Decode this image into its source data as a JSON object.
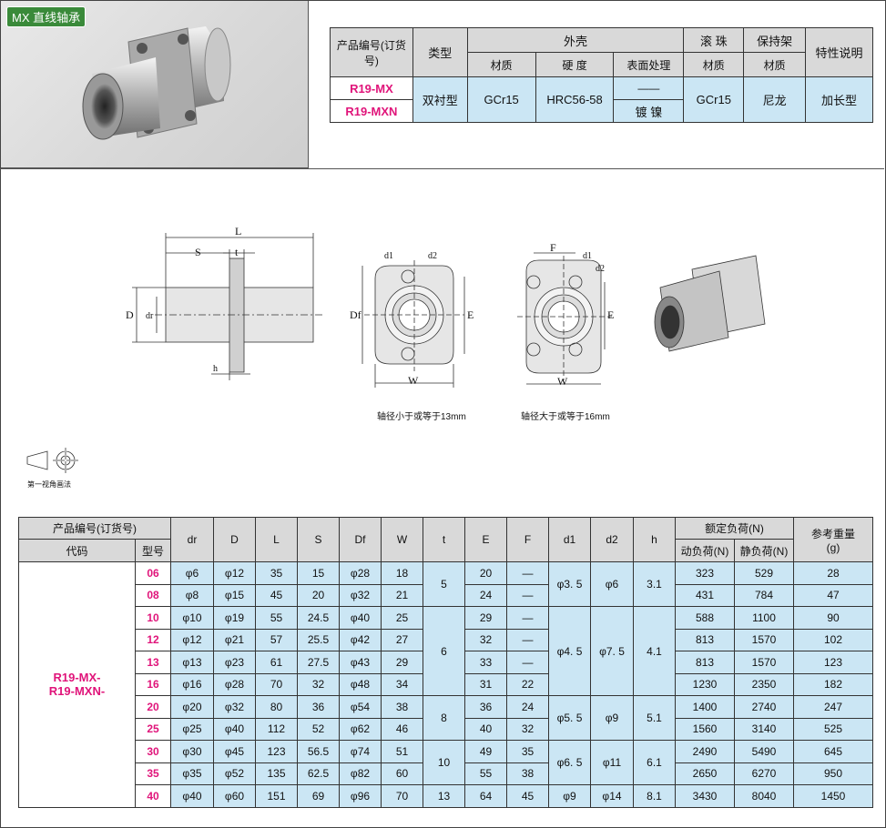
{
  "tag": "MX 直线轴承",
  "top_table": {
    "h_code": "产品编号(订货号)",
    "h_type": "类型",
    "h_shell": "外壳",
    "h_material": "材质",
    "h_hardness": "硬 度",
    "h_surface": "表面处理",
    "h_ball": "滚 珠",
    "h_ball_material": "材质",
    "h_cage": "保持架",
    "h_cage_material": "材质",
    "h_feature": "特性说明",
    "code1": "R19-MX",
    "code2": "R19-MXN",
    "type": "双衬型",
    "material": "GCr15",
    "hardness": "HRC56-58",
    "surface1": "——",
    "surface2": "镀 镍",
    "ball": "GCr15",
    "cage": "尼龙",
    "feature": "加长型"
  },
  "diagram": {
    "L": "L",
    "S": "S",
    "t": "t",
    "D": "D",
    "dr": "dr",
    "h": "h",
    "Df": "Df",
    "E": "E",
    "W": "W",
    "F": "F",
    "d1": "d1",
    "d2": "d2",
    "caption_small": "轴径小于或等于13mm",
    "caption_large": "轴径大于或等于16mm",
    "projection": "第一视角画法"
  },
  "spec": {
    "h_code": "产品编号(订货号)",
    "h_daima": "代码",
    "h_xinghao": "型号",
    "h_cols": [
      "dr",
      "D",
      "L",
      "S",
      "Df",
      "W",
      "t",
      "E",
      "F",
      "d1",
      "d2",
      "h"
    ],
    "h_load": "额定负荷(N)",
    "h_dyn": "动负荷(N)",
    "h_static": "静负荷(N)",
    "h_weight": "参考重量\n(g)",
    "code_label1": "R19-MX-",
    "code_label2": "R19-MXN-",
    "rows": [
      {
        "m": "06",
        "dr": "φ6",
        "D": "φ12",
        "L": "35",
        "S": "15",
        "Df": "φ28",
        "W": "18",
        "E": "20",
        "F": "—",
        "dyn": "323",
        "st": "529",
        "wt": "28"
      },
      {
        "m": "08",
        "dr": "φ8",
        "D": "φ15",
        "L": "45",
        "S": "20",
        "Df": "φ32",
        "W": "21",
        "E": "24",
        "F": "—",
        "dyn": "431",
        "st": "784",
        "wt": "47"
      },
      {
        "m": "10",
        "dr": "φ10",
        "D": "φ19",
        "L": "55",
        "S": "24.5",
        "Df": "φ40",
        "W": "25",
        "E": "29",
        "F": "—",
        "dyn": "588",
        "st": "1100",
        "wt": "90"
      },
      {
        "m": "12",
        "dr": "φ12",
        "D": "φ21",
        "L": "57",
        "S": "25.5",
        "Df": "φ42",
        "W": "27",
        "E": "32",
        "F": "—",
        "dyn": "813",
        "st": "1570",
        "wt": "102"
      },
      {
        "m": "13",
        "dr": "φ13",
        "D": "φ23",
        "L": "61",
        "S": "27.5",
        "Df": "φ43",
        "W": "29",
        "E": "33",
        "F": "—",
        "dyn": "813",
        "st": "1570",
        "wt": "123"
      },
      {
        "m": "16",
        "dr": "φ16",
        "D": "φ28",
        "L": "70",
        "S": "32",
        "Df": "φ48",
        "W": "34",
        "E": "31",
        "F": "22",
        "dyn": "1230",
        "st": "2350",
        "wt": "182"
      },
      {
        "m": "20",
        "dr": "φ20",
        "D": "φ32",
        "L": "80",
        "S": "36",
        "Df": "φ54",
        "W": "38",
        "E": "36",
        "F": "24",
        "dyn": "1400",
        "st": "2740",
        "wt": "247"
      },
      {
        "m": "25",
        "dr": "φ25",
        "D": "φ40",
        "L": "112",
        "S": "52",
        "Df": "φ62",
        "W": "46",
        "E": "40",
        "F": "32",
        "dyn": "1560",
        "st": "3140",
        "wt": "525"
      },
      {
        "m": "30",
        "dr": "φ30",
        "D": "φ45",
        "L": "123",
        "S": "56.5",
        "Df": "φ74",
        "W": "51",
        "E": "49",
        "F": "35",
        "dyn": "2490",
        "st": "5490",
        "wt": "645"
      },
      {
        "m": "35",
        "dr": "φ35",
        "D": "φ52",
        "L": "135",
        "S": "62.5",
        "Df": "φ82",
        "W": "60",
        "E": "55",
        "F": "38",
        "dyn": "2650",
        "st": "6270",
        "wt": "950"
      },
      {
        "m": "40",
        "dr": "φ40",
        "D": "φ60",
        "L": "151",
        "S": "69",
        "Df": "φ96",
        "W": "70",
        "E": "64",
        "F": "45",
        "dyn": "3430",
        "st": "8040",
        "wt": "1450"
      }
    ],
    "t_groups": [
      "5",
      "6",
      "8",
      "10",
      "13"
    ],
    "d1_groups": [
      "φ3. 5",
      "φ4. 5",
      "φ5. 5",
      "φ6. 5",
      "φ9"
    ],
    "d2_groups": [
      "φ6",
      "φ7. 5",
      "φ9",
      "φ11",
      "φ14"
    ],
    "h_groups": [
      "3.1",
      "4.1",
      "5.1",
      "6.1",
      "8.1"
    ]
  }
}
